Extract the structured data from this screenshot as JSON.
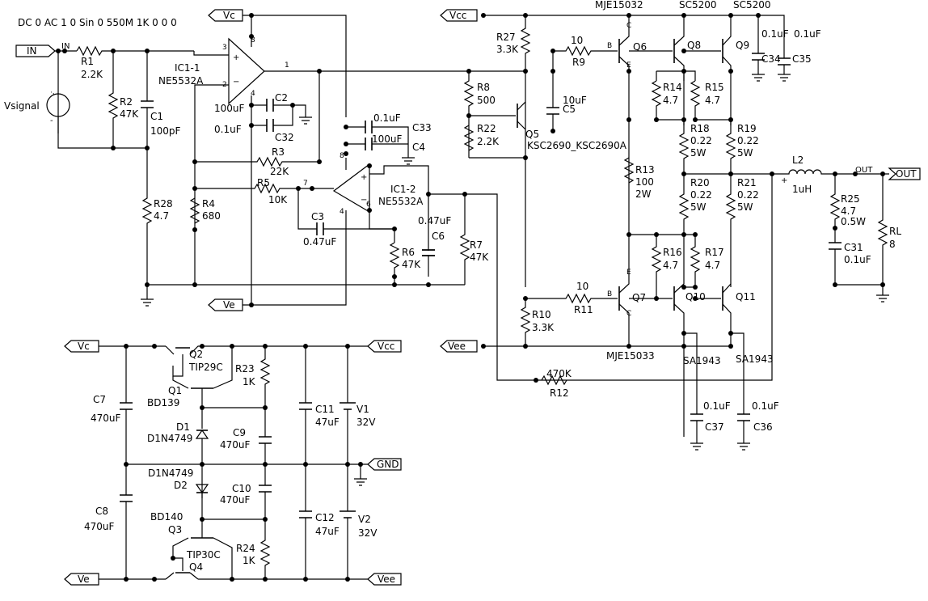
{
  "simulation_directive": "DC 0 AC 1 0 Sin 0 550M 1K 0 0 0",
  "ports": {
    "in": "IN",
    "out": "OUT",
    "vc": "Vc",
    "ve": "Ve",
    "vcc": "Vcc",
    "vee": "Vee",
    "gnd": "GND"
  },
  "net_labels": {
    "in": "IN",
    "out": "OUT"
  },
  "source": {
    "name": "Vsignal"
  },
  "opamps": {
    "ic1": {
      "ref": "IC1-1",
      "part": "NE5532A",
      "pins": [
        "3",
        "2",
        "8",
        "4",
        "1"
      ]
    },
    "ic2": {
      "ref": "IC1-2",
      "part": "NE5532A",
      "pins": [
        "8",
        "7",
        "6",
        "4"
      ]
    }
  },
  "resistors": {
    "r1": [
      "R1",
      "2.2K"
    ],
    "r2": [
      "R2",
      "47K"
    ],
    "r28": [
      "R28",
      "4.7"
    ],
    "r3": [
      "R3",
      "22K"
    ],
    "r4": [
      "R4",
      "680"
    ],
    "r5": [
      "R5",
      "10K"
    ],
    "r6": [
      "R6",
      "47K"
    ],
    "r7": [
      "R7",
      "47K"
    ],
    "r27": [
      "R27",
      "3.3K"
    ],
    "r8": [
      "R8",
      "500"
    ],
    "r22": [
      "R22",
      "2.2K"
    ],
    "r9": [
      "10",
      "R9"
    ],
    "r10": [
      "R10",
      "3.3K"
    ],
    "r11": [
      "10",
      "R11"
    ],
    "r12": [
      "470K",
      "R12"
    ],
    "r13": [
      "R13",
      "100",
      "2W"
    ],
    "r14": [
      "R14",
      "4.7"
    ],
    "r15": [
      "R15",
      "4.7"
    ],
    "r16": [
      "R16",
      "4.7"
    ],
    "r17": [
      "R17",
      "4.7"
    ],
    "r18": [
      "R18",
      "0.22",
      "5W"
    ],
    "r19": [
      "R19",
      "0.22",
      "5W"
    ],
    "r20": [
      "R20",
      "0.22",
      "5W"
    ],
    "r21": [
      "R21",
      "0.22",
      "5W"
    ],
    "r25": [
      "R25",
      "4.7",
      "0.5W"
    ],
    "rl": [
      "RL",
      "8"
    ],
    "r23": [
      "R23",
      "1K"
    ],
    "r24": [
      "R24",
      "1K"
    ]
  },
  "capacitors": {
    "c1": [
      "C1",
      "100pF"
    ],
    "c2": [
      "C2",
      "100uF"
    ],
    "c32": [
      "C32",
      "0.1uF"
    ],
    "c33": [
      "0.1uF",
      "C33"
    ],
    "c4": [
      "100uF",
      "C4"
    ],
    "c3": [
      "C3",
      "0.47uF"
    ],
    "c6": [
      "0.47uF",
      "C6"
    ],
    "c5": [
      "10uF",
      "C5"
    ],
    "c34": [
      "0.1uF",
      "C34"
    ],
    "c35": [
      "0.1uF",
      "C35"
    ],
    "c31": [
      "C31",
      "0.1uF"
    ],
    "c37": [
      "0.1uF",
      "C37"
    ],
    "c36": [
      "0.1uF",
      "C36"
    ],
    "c7": [
      "C7",
      "470uF"
    ],
    "c8": [
      "C8",
      "470uF"
    ],
    "c9": [
      "C9",
      "470uF"
    ],
    "c10": [
      "C10",
      "470uF"
    ],
    "c11": [
      "C11",
      "47uF"
    ],
    "c12": [
      "C12",
      "47uF"
    ]
  },
  "inductor": [
    "L2",
    "1uH"
  ],
  "transistors": {
    "q5": [
      "Q5",
      "KSC2690_KSC2690A"
    ],
    "q6": [
      "Q6",
      "MJE15032"
    ],
    "q7": [
      "Q7",
      "MJE15033"
    ],
    "q8": [
      "Q8",
      "SC5200"
    ],
    "q9": [
      "Q9",
      "SC5200"
    ],
    "q10": [
      "Q10",
      "SA1943"
    ],
    "q11": [
      "Q11",
      "SA1943"
    ],
    "q1": [
      "Q1",
      "BD139"
    ],
    "q2": [
      "Q2",
      "TIP29C"
    ],
    "q3": [
      "Q3",
      "BD140"
    ],
    "q4": [
      "Q4",
      "TIP30C"
    ]
  },
  "transistor_pins": {
    "b": "B",
    "c": "C",
    "e": "E"
  },
  "diodes": {
    "d1": [
      "D1",
      "D1N4749"
    ],
    "d2": [
      "D2",
      "D1N4749"
    ]
  },
  "supplies": {
    "v1": [
      "V1",
      "32V"
    ],
    "v2": [
      "V2",
      "32V"
    ]
  }
}
